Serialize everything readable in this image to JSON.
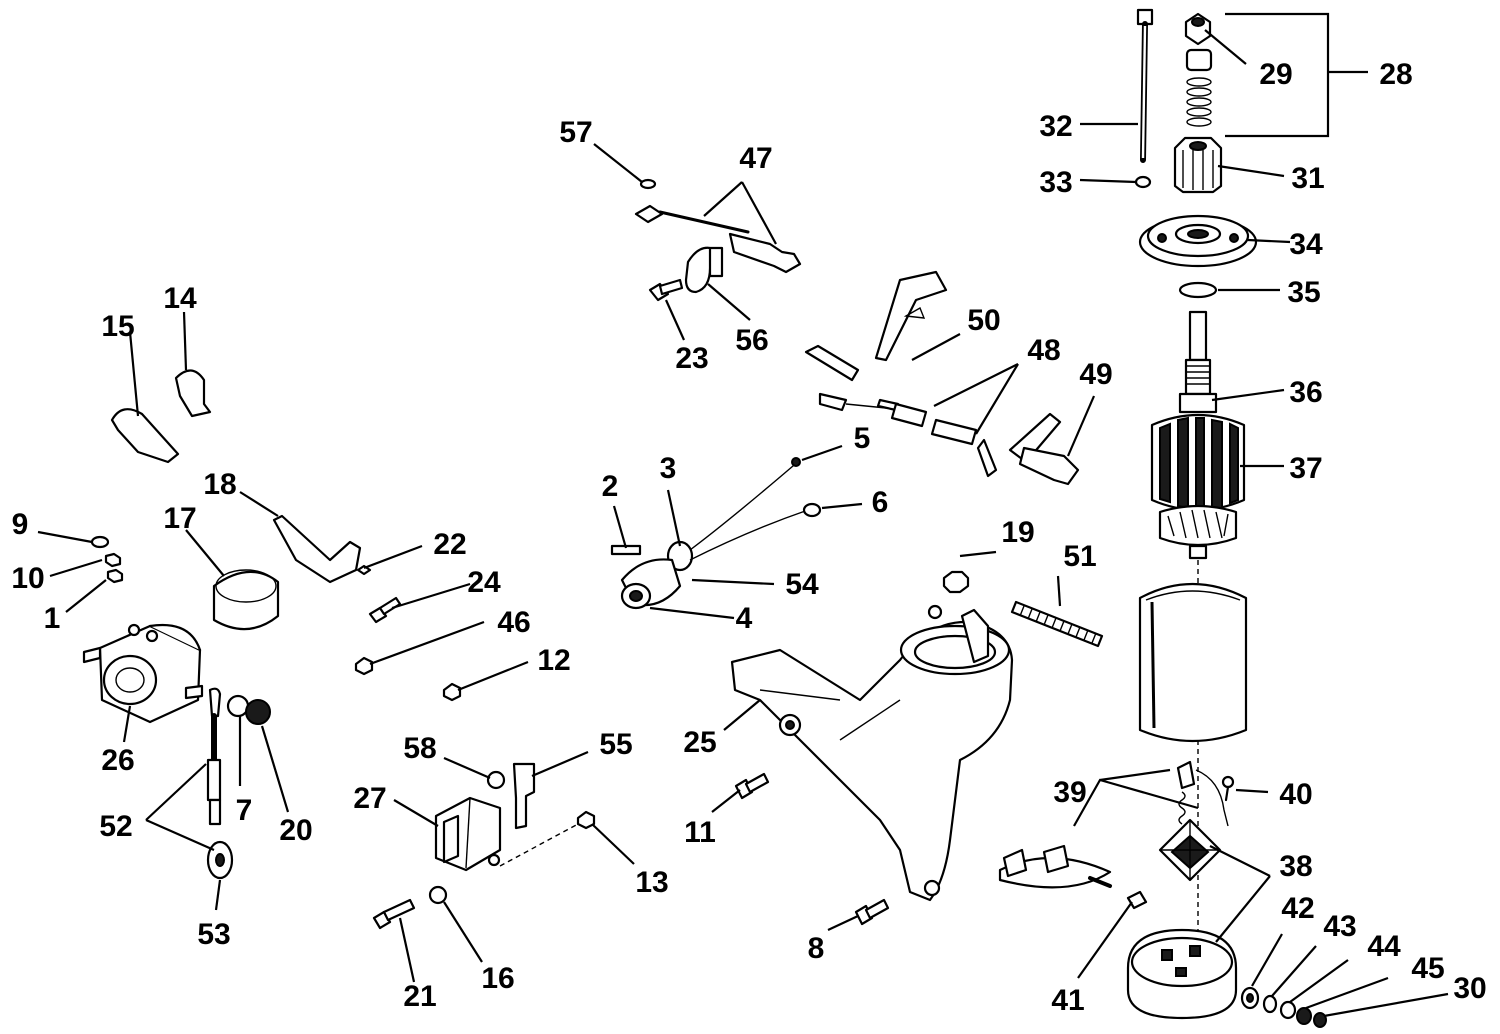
{
  "callouts": [
    {
      "id": "1",
      "text": "1"
    },
    {
      "id": "2",
      "text": "2"
    },
    {
      "id": "3",
      "text": "3"
    },
    {
      "id": "4",
      "text": "4"
    },
    {
      "id": "5",
      "text": "5"
    },
    {
      "id": "6",
      "text": "6"
    },
    {
      "id": "7",
      "text": "7"
    },
    {
      "id": "8",
      "text": "8"
    },
    {
      "id": "9",
      "text": "9"
    },
    {
      "id": "10",
      "text": "10"
    },
    {
      "id": "11",
      "text": "11"
    },
    {
      "id": "12",
      "text": "12"
    },
    {
      "id": "13",
      "text": "13"
    },
    {
      "id": "14",
      "text": "14"
    },
    {
      "id": "15",
      "text": "15"
    },
    {
      "id": "16",
      "text": "16"
    },
    {
      "id": "17",
      "text": "17"
    },
    {
      "id": "18",
      "text": "18"
    },
    {
      "id": "19",
      "text": "19"
    },
    {
      "id": "20",
      "text": "20"
    },
    {
      "id": "21",
      "text": "21"
    },
    {
      "id": "22",
      "text": "22"
    },
    {
      "id": "23",
      "text": "23"
    },
    {
      "id": "24",
      "text": "24"
    },
    {
      "id": "25",
      "text": "25"
    },
    {
      "id": "26",
      "text": "26"
    },
    {
      "id": "27",
      "text": "27"
    },
    {
      "id": "28",
      "text": "28"
    },
    {
      "id": "29",
      "text": "29"
    },
    {
      "id": "30",
      "text": "30"
    },
    {
      "id": "31",
      "text": "31"
    },
    {
      "id": "32",
      "text": "32"
    },
    {
      "id": "33",
      "text": "33"
    },
    {
      "id": "34",
      "text": "34"
    },
    {
      "id": "35",
      "text": "35"
    },
    {
      "id": "36",
      "text": "36"
    },
    {
      "id": "37",
      "text": "37"
    },
    {
      "id": "38",
      "text": "38"
    },
    {
      "id": "39",
      "text": "39"
    },
    {
      "id": "40",
      "text": "40"
    },
    {
      "id": "41",
      "text": "41"
    },
    {
      "id": "42",
      "text": "42"
    },
    {
      "id": "43",
      "text": "43"
    },
    {
      "id": "44",
      "text": "44"
    },
    {
      "id": "45",
      "text": "45"
    },
    {
      "id": "46",
      "text": "46"
    },
    {
      "id": "47",
      "text": "47"
    },
    {
      "id": "48",
      "text": "48"
    },
    {
      "id": "49",
      "text": "49"
    },
    {
      "id": "50",
      "text": "50"
    },
    {
      "id": "51",
      "text": "51"
    },
    {
      "id": "52",
      "text": "52"
    },
    {
      "id": "53",
      "text": "53"
    },
    {
      "id": "54",
      "text": "54"
    },
    {
      "id": "55",
      "text": "55"
    },
    {
      "id": "56",
      "text": "56"
    },
    {
      "id": "57",
      "text": "57"
    },
    {
      "id": "58",
      "text": "58"
    }
  ]
}
